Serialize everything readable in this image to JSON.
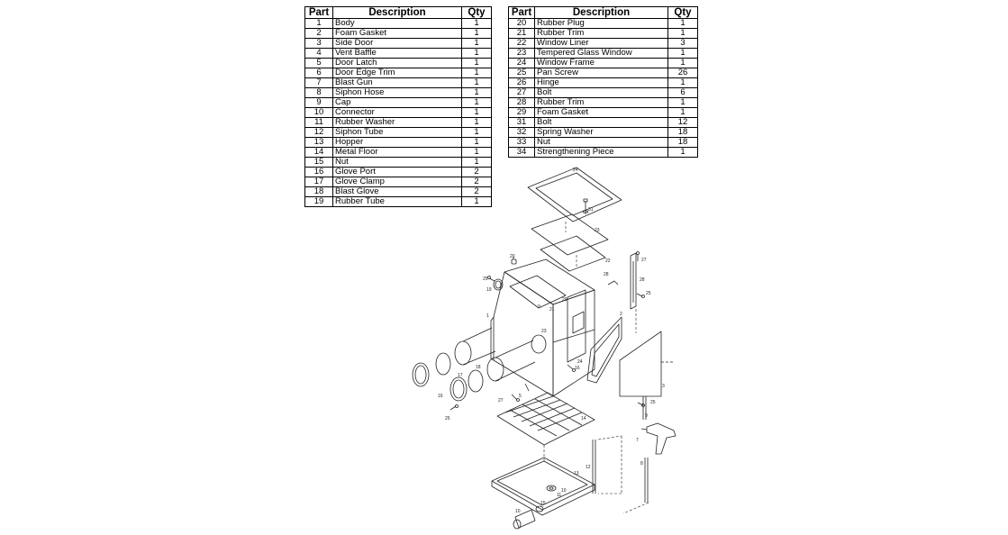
{
  "table_headers": {
    "part": "Part",
    "description": "Description",
    "qty": "Qty"
  },
  "parts_left": [
    {
      "part": "1",
      "description": "Body",
      "qty": "1"
    },
    {
      "part": "2",
      "description": "Foam Gasket",
      "qty": "1"
    },
    {
      "part": "3",
      "description": "Side Door",
      "qty": "1"
    },
    {
      "part": "4",
      "description": "Vent Baffle",
      "qty": "1"
    },
    {
      "part": "5",
      "description": "Door Latch",
      "qty": "1"
    },
    {
      "part": "6",
      "description": "Door Edge Trim",
      "qty": "1"
    },
    {
      "part": "7",
      "description": "Blast Gun",
      "qty": "1"
    },
    {
      "part": "8",
      "description": "Siphon Hose",
      "qty": "1"
    },
    {
      "part": "9",
      "description": "Cap",
      "qty": "1"
    },
    {
      "part": "10",
      "description": "Connector",
      "qty": "1"
    },
    {
      "part": "11",
      "description": "Rubber Washer",
      "qty": "1"
    },
    {
      "part": "12",
      "description": "Siphon Tube",
      "qty": "1"
    },
    {
      "part": "13",
      "description": "Hopper",
      "qty": "1"
    },
    {
      "part": "14",
      "description": "Metal Floor",
      "qty": "1"
    },
    {
      "part": "15",
      "description": "Nut",
      "qty": "1"
    },
    {
      "part": "16",
      "description": "Glove Port",
      "qty": "2"
    },
    {
      "part": "17",
      "description": "Glove Clamp",
      "qty": "2"
    },
    {
      "part": "18",
      "description": "Blast Glove",
      "qty": "2"
    },
    {
      "part": "19",
      "description": "Rubber Tube",
      "qty": "1"
    }
  ],
  "parts_right": [
    {
      "part": "20",
      "description": "Rubber Plug",
      "qty": "1"
    },
    {
      "part": "21",
      "description": "Rubber Trim",
      "qty": "1"
    },
    {
      "part": "22",
      "description": "Window Liner",
      "qty": "3"
    },
    {
      "part": "23",
      "description": "Tempered Glass Window",
      "qty": "1"
    },
    {
      "part": "24",
      "description": "Window Frame",
      "qty": "1"
    },
    {
      "part": "25",
      "description": "Pan Screw",
      "qty": "26"
    },
    {
      "part": "26",
      "description": "Hinge",
      "qty": "1"
    },
    {
      "part": "27",
      "description": "Bolt",
      "qty": "6"
    },
    {
      "part": "28",
      "description": "Rubber Trim",
      "qty": "1"
    },
    {
      "part": "29",
      "description": "Foam Gasket",
      "qty": "1"
    },
    {
      "part": "31",
      "description": "Bolt",
      "qty": "12"
    },
    {
      "part": "32",
      "description": "Spring Washer",
      "qty": "18"
    },
    {
      "part": "33",
      "description": "Nut",
      "qty": "18"
    },
    {
      "part": "34",
      "description": "Strengthening Piece",
      "qty": "1"
    }
  ],
  "callouts": {
    "c24": "24",
    "c31": "31",
    "c23": "23",
    "c22": "22",
    "c20": "20",
    "c28a": "28",
    "c27a": "27",
    "c28b": "28",
    "c25a": "25",
    "c19": "19",
    "c25b": "25",
    "c21": "21",
    "c9a": "9",
    "c1": "1",
    "c2": "2",
    "c29": "29",
    "c23b": "23",
    "c24b": "24",
    "c16a": "16",
    "c3": "3",
    "c18": "18",
    "c17": "17",
    "c16": "16",
    "c27b": "27",
    "c5": "5",
    "c25c": "25",
    "c25d": "25",
    "c9b": "9",
    "c14": "14",
    "c7": "7",
    "c8": "8",
    "c12": "12",
    "c13": "13",
    "c10a": "10",
    "c11": "11",
    "c15": "15",
    "c10b": "10"
  }
}
